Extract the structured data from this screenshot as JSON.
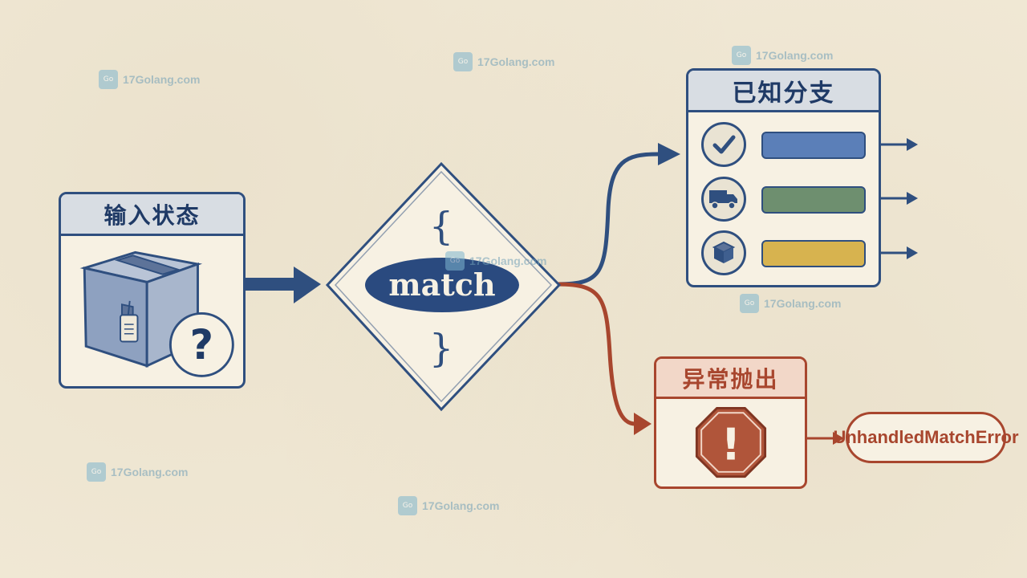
{
  "diagram": {
    "input_title": "输入状态",
    "match_label": "match",
    "open_brace": "{",
    "close_brace": "}",
    "branches_title": "已知分支",
    "error_title": "异常抛出",
    "error_label": "UnhandledMatchError",
    "input_question_mark": "?",
    "error_exclamation": "!",
    "branches": [
      {
        "icon": "check-icon",
        "bar_color": "#5b7fb8"
      },
      {
        "icon": "truck-icon",
        "bar_color": "#6e8f6f"
      },
      {
        "icon": "package-icon",
        "bar_color": "#d7b34f"
      }
    ]
  },
  "colors": {
    "primary": "#2f4f7f",
    "danger": "#a8462e",
    "background": "#f1e9d6"
  },
  "watermarks": [
    {
      "text": "17Golang.com",
      "logo_text": "Go"
    },
    {
      "text": "17Golang.com",
      "logo_text": "Go"
    },
    {
      "text": "17Golang.com",
      "logo_text": "Go"
    },
    {
      "text": "17Golang.com",
      "logo_text": "Go"
    },
    {
      "text": "17Golang.com",
      "logo_text": "Go"
    },
    {
      "text": "17Golang.com",
      "logo_text": "Go"
    },
    {
      "text": "17Golang.com",
      "logo_text": "Go"
    }
  ]
}
